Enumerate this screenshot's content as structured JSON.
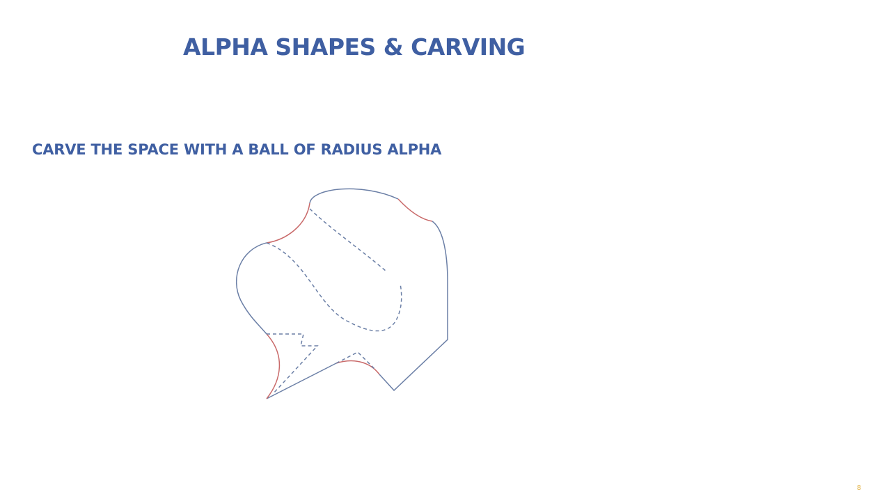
{
  "slide": {
    "title": "ALPHA SHAPES & CARVING",
    "subtitle": "CARVE THE SPACE WITH A BALL OF RADIUS ALPHA",
    "page_number": "8"
  },
  "colors": {
    "heading": "#3f5fa2",
    "outline": "#6b7fa6",
    "carved_arcs": "#c96a6a",
    "page_number": "#e3b54a"
  }
}
